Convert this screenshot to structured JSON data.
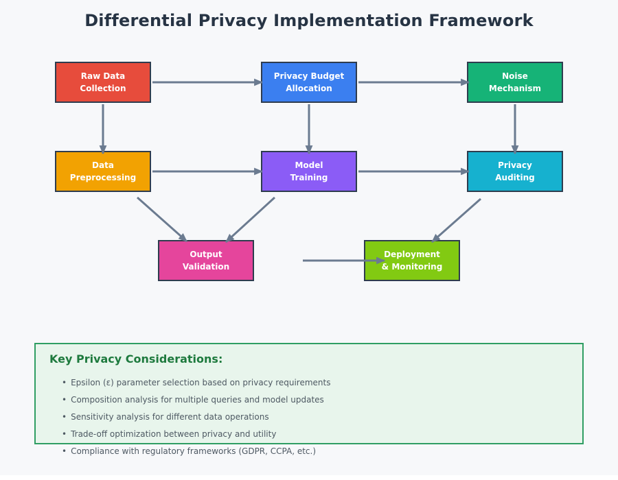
{
  "title": "Differential Privacy Implementation Framework",
  "nodes": [
    {
      "id": "raw-data-collection",
      "label": "Raw Data\nCollection",
      "color": "#e74c3c"
    },
    {
      "id": "privacy-budget-allocation",
      "label": "Privacy Budget\nAllocation",
      "color": "#3b7ff0"
    },
    {
      "id": "noise-mechanism",
      "label": "Noise\nMechanism",
      "color": "#16b377"
    },
    {
      "id": "data-preprocessing",
      "label": "Data\nPreprocessing",
      "color": "#f2a202"
    },
    {
      "id": "model-training",
      "label": "Model\nTraining",
      "color": "#8b5cf6"
    },
    {
      "id": "privacy-auditing",
      "label": "Privacy\nAuditing",
      "color": "#16b1cf"
    },
    {
      "id": "output-validation",
      "label": "Output\nValidation",
      "color": "#e5459c"
    },
    {
      "id": "deployment-monitoring",
      "label": "Deployment\n& Monitoring",
      "color": "#82ca12"
    }
  ],
  "edges": [
    {
      "from": "raw-data-collection",
      "to": "privacy-budget-allocation"
    },
    {
      "from": "privacy-budget-allocation",
      "to": "noise-mechanism"
    },
    {
      "from": "raw-data-collection",
      "to": "data-preprocessing"
    },
    {
      "from": "privacy-budget-allocation",
      "to": "model-training"
    },
    {
      "from": "noise-mechanism",
      "to": "privacy-auditing"
    },
    {
      "from": "data-preprocessing",
      "to": "model-training"
    },
    {
      "from": "model-training",
      "to": "privacy-auditing"
    },
    {
      "from": "data-preprocessing",
      "to": "output-validation"
    },
    {
      "from": "model-training",
      "to": "output-validation"
    },
    {
      "from": "privacy-auditing",
      "to": "deployment-monitoring"
    },
    {
      "from": "output-validation",
      "to": "deployment-monitoring"
    }
  ],
  "panel": {
    "title": "Key Privacy Considerations:",
    "bullet_char": "•",
    "bullets": [
      "Epsilon (ε) parameter selection based on privacy requirements",
      "Composition analysis for multiple queries and model updates",
      "Sensitivity analysis for different data operations",
      "Trade-off optimization between privacy and utility",
      "Compliance with regulatory frameworks (GDPR, CCPA, etc.)"
    ]
  },
  "colors": {
    "background": "#f7f8fa",
    "title_text": "#273444",
    "node_border": "#2e3c4e",
    "node_text": "#ffffff",
    "arrow": "#6b7b90",
    "panel_bg": "#e8f5ec",
    "panel_border": "#2f9e63",
    "panel_title": "#1e7a3e",
    "panel_text": "#4d5862"
  }
}
